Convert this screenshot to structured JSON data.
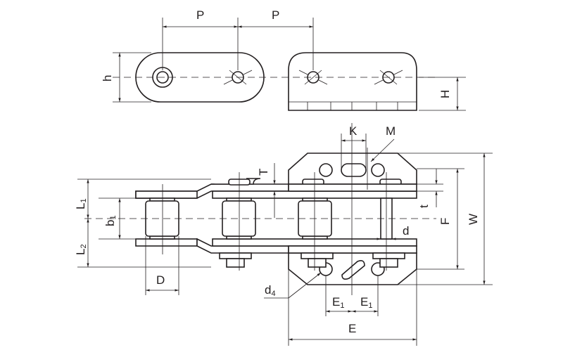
{
  "title": "Chain with attachment dimension drawing",
  "labels": {
    "pitch_1": "P",
    "pitch_2": "P",
    "h": "h",
    "H": "H",
    "K": "K",
    "M": "M",
    "T": "T",
    "t": "t",
    "F": "F",
    "W": "W",
    "L1": "L",
    "L1_sub": "1",
    "L2": "L",
    "L2_sub": "2",
    "b1": "b",
    "b1_sub": "1",
    "d": "d",
    "D": "D",
    "d4": "d",
    "d4_sub": "4",
    "E1a": "E",
    "E1a_sub": "1",
    "E1b": "E",
    "E1b_sub": "1",
    "E": "E"
  },
  "colors": {
    "line": "#231f20",
    "background": "#ffffff"
  }
}
